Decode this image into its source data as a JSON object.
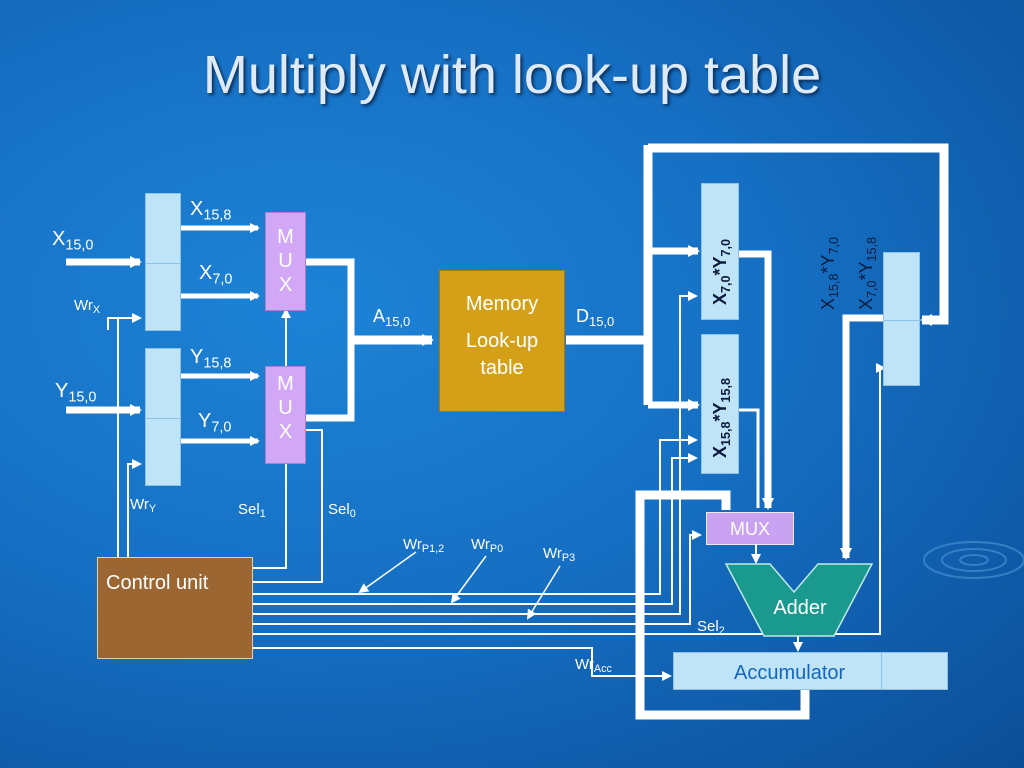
{
  "slide": {
    "title": "Multiply with look-up table"
  },
  "labels": {
    "x_in_main": "X",
    "x_in_sub": "15,0",
    "y_in_main": "Y",
    "y_in_sub": "15,0",
    "x_hi_main": "X",
    "x_hi_sub": "15,8",
    "x_lo_main": "X",
    "x_lo_sub": "7,0",
    "y_hi_main": "Y",
    "y_hi_sub": "15,8",
    "y_lo_main": "Y",
    "y_lo_sub": "7,0",
    "wrx_main": "Wr",
    "wrx_sub": "X",
    "wry_main": "Wr",
    "wry_sub": "Y",
    "sel1_main": "Sel",
    "sel1_sub": "1",
    "sel0_main": "Sel",
    "sel0_sub": "0",
    "addr_main": "A",
    "addr_sub": "15,0",
    "data_main": "D",
    "data_sub": "15,0",
    "wrp12_main": "Wr",
    "wrp12_sub": "P1,2",
    "wrp0_main": "Wr",
    "wrp0_sub": "P0",
    "wrp3_main": "Wr",
    "wrp3_sub": "P3",
    "wracc_main": "Wr",
    "wracc_sub": "Acc",
    "sel2_main": "Sel",
    "sel2_sub": "2"
  },
  "blocks": {
    "mux_top": [
      "M",
      "U",
      "X"
    ],
    "mux_bottom": [
      "M",
      "U",
      "X"
    ],
    "memory_line1": "Memory",
    "memory_line2": "Look-up",
    "memory_line3": "table",
    "control": "Control unit",
    "mux3": "MUX",
    "adder": "Adder",
    "accumulator": "Accumulator"
  },
  "products": {
    "p1": {
      "a": "X",
      "a_sub": "7,0",
      "op": "*Y",
      "b_sub": "7,0"
    },
    "p2": {
      "a": "X",
      "a_sub": "15,8",
      "op": "*Y",
      "b_sub": "15,8"
    },
    "p3_line1": {
      "a": "X",
      "a_sub": "15,8",
      "op": "*Y",
      "b_sub": "7,0"
    },
    "p3_line2": {
      "a": "X",
      "a_sub": "7,0",
      "op": "*Y",
      "b_sub": "15,8"
    }
  },
  "colors": {
    "background": "#1670c4",
    "register": "#bfe3f7",
    "mux": "#d2a8f6",
    "memory": "#d4a017",
    "control": "#9c6633",
    "adder": "#1a9a8f",
    "wire": "#ffffff"
  }
}
